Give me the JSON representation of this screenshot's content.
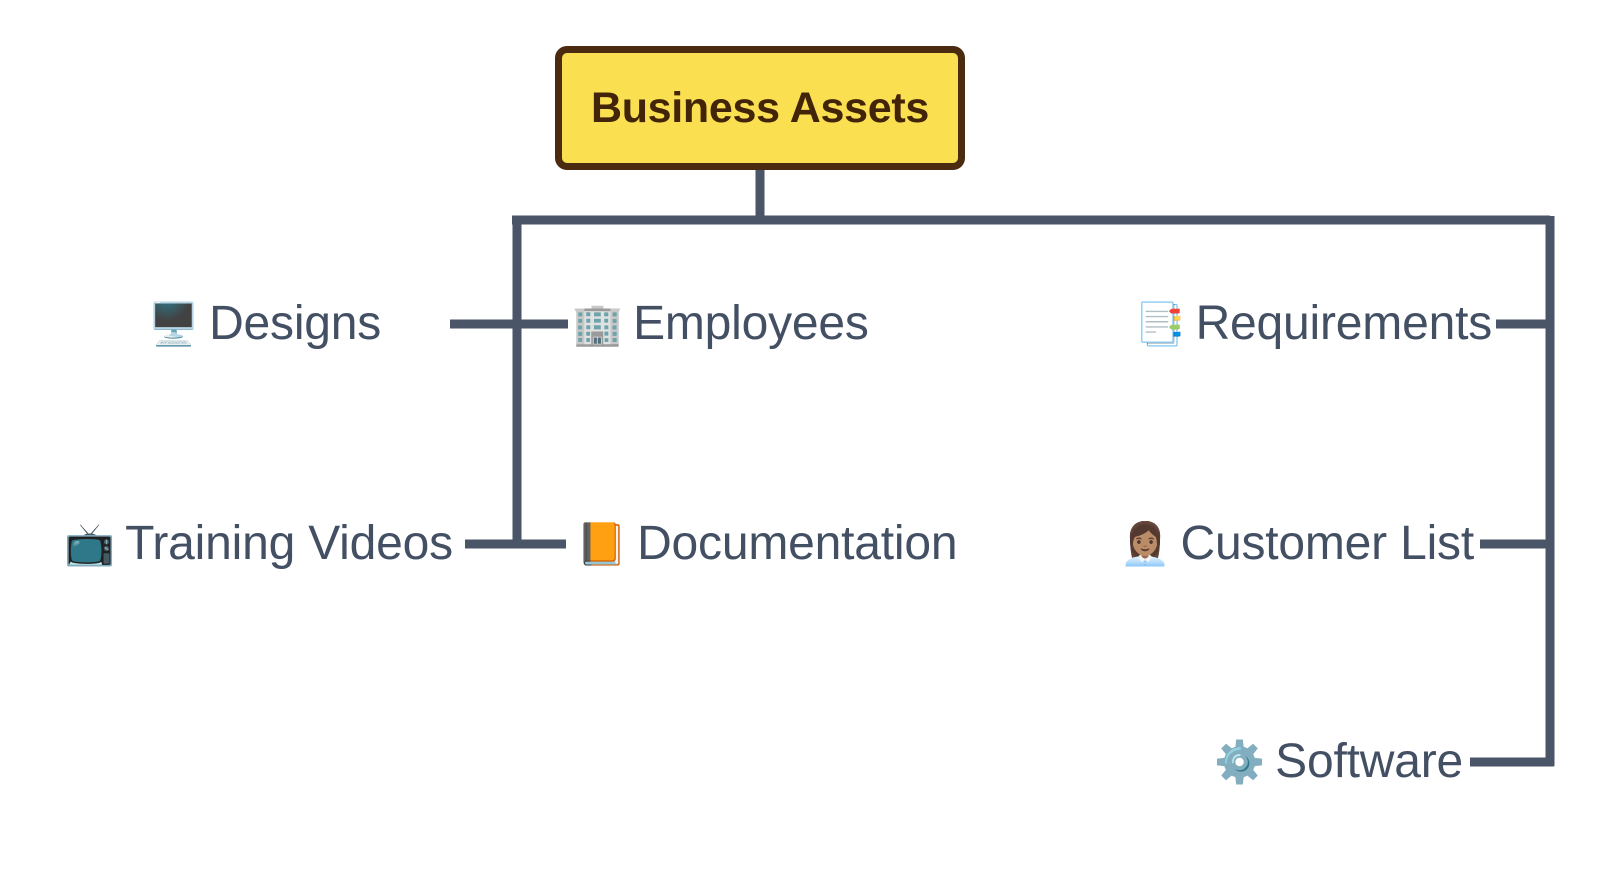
{
  "diagram": {
    "type": "mind-map",
    "title": "Business Assets",
    "background_color": "#FFFFFF",
    "root": {
      "label": "Business Assets",
      "fill_color": "#FADF50",
      "border_color": "#4A2B10",
      "text_color": "#422408"
    },
    "edge_color": "#4A5568",
    "leaf_text_color": "#434F63",
    "nodes": [
      {
        "id": "designs",
        "label": "Designs",
        "icon": "🖥️",
        "icon_name": "desktop-computer-icon",
        "side": "left",
        "row": 1
      },
      {
        "id": "employees",
        "label": "Employees",
        "icon": "🏢",
        "icon_name": "office-building-icon",
        "side": "right",
        "row": 1
      },
      {
        "id": "requirements",
        "label": "Requirements",
        "icon": "📑",
        "icon_name": "pages-document-icon",
        "side": "right-trunk",
        "row": 1
      },
      {
        "id": "training-videos",
        "label": "Training Videos",
        "icon": "📺",
        "icon_name": "television-icon",
        "side": "left",
        "row": 2
      },
      {
        "id": "documentation",
        "label": "Documentation",
        "icon": "📙",
        "icon_name": "orange-book-icon",
        "side": "right",
        "row": 2
      },
      {
        "id": "customer-list",
        "label": "Customer List",
        "icon": "👩🏽‍💼",
        "icon_name": "businesswoman-icon",
        "side": "right-trunk",
        "row": 2
      },
      {
        "id": "software",
        "label": "Software",
        "icon": "⚙️",
        "icon_name": "gear-icon",
        "side": "right-trunk",
        "row": 3
      }
    ]
  }
}
